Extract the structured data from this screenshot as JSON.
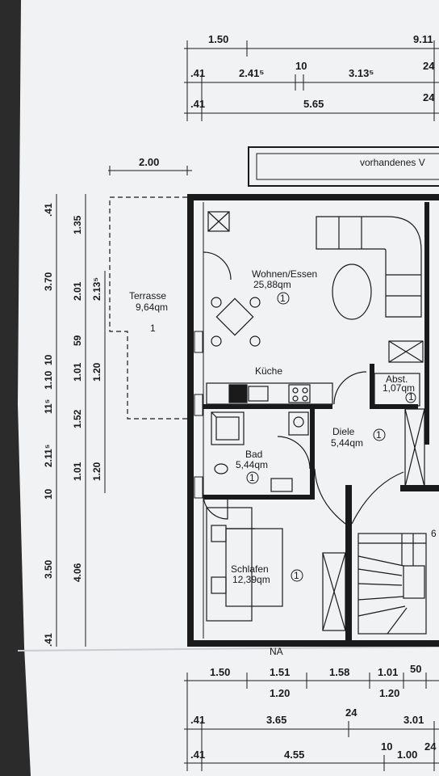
{
  "plan": {
    "top_dims": {
      "row1": [
        "1.50",
        "9.11"
      ],
      "row2": [
        ".41",
        "2.41⁵",
        "10",
        "3.13⁵",
        "24"
      ],
      "row3": [
        ".41",
        "5.65",
        "24"
      ],
      "terrace_width": "2.00"
    },
    "left_dims": {
      "col1": [
        ".41",
        "3.70",
        "10",
        "1.10",
        "11⁵",
        "2.11⁵",
        "10",
        "3.50",
        ".41"
      ],
      "col2": [
        "1.35",
        "2.01",
        "59",
        "1.01",
        "1.52",
        "1.01",
        "4.06"
      ],
      "col3": [
        "2.13⁵",
        "1.20",
        "1.20"
      ]
    },
    "bottom_dims": {
      "na": "NA",
      "row1": [
        "1.50",
        "1.51",
        "1.58",
        "1.01",
        "50"
      ],
      "row1b": [
        "1.20",
        "1.20"
      ],
      "row2": [
        ".41",
        "3.65",
        "24",
        "3.01"
      ],
      "row3": [
        ".41",
        "4.55",
        "10",
        "1.00",
        "24"
      ]
    },
    "existing_label": "vorhandenes V",
    "rooms": [
      {
        "name": "Terrasse",
        "area": "9,64qm",
        "num": "1"
      },
      {
        "name": "Wohnen/Essen",
        "area": "25,88qm",
        "num": "1"
      },
      {
        "name": "Küche",
        "area": "",
        "num": ""
      },
      {
        "name": "Abst.",
        "area": "1,07qm",
        "num": "1"
      },
      {
        "name": "Diele",
        "area": "5,44qm",
        "num": "1"
      },
      {
        "name": "Bad",
        "area": "5,44qm",
        "num": "1"
      },
      {
        "name": "Schlafen",
        "area": "12,39qm",
        "num": "1"
      },
      {
        "name": "",
        "area": "6",
        "num": ""
      }
    ]
  }
}
